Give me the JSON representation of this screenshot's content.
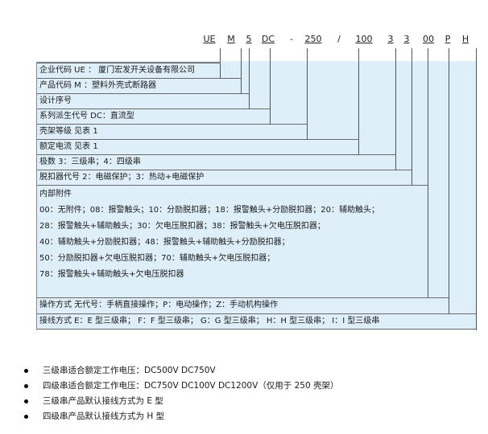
{
  "code_parts": [
    "UE",
    "M",
    "5",
    "DC",
    "-",
    "250",
    "/",
    "100",
    "3",
    "3",
    "00",
    "P",
    "H"
  ],
  "rows": [
    "企业代码 UE ： 厦门宏发开关设备有限公司",
    "产品代码 M ：塑料外壳式断路器",
    "设计序号",
    "系列派生代号 DC：直流型",
    "壳架等级 见表 1",
    "额定电流 见表 1",
    "极数 3：三级串；4：四级串",
    "脱扣器代号 2：电磁保护；3：热动+电磁保护"
  ],
  "accessories": {
    "title": "内部附件",
    "lines": [
      "00：无附件；08：报警触头；10：分励脱扣器；18：报警触头+分励脱扣器；20：辅助触头；",
      "28：报警触头+辅助触头；30：欠电压脱扣器；38：报警触头+欠电压脱扣器；",
      "40：辅助触头+分励脱扣器；48：报警触头+辅助触头+分励脱扣器；",
      "50：分励脱扣器+欠电压脱扣器；70：辅助触头+欠电压脱扣器；",
      "78：报警触头+辅助触头+欠电压脱扣器"
    ]
  },
  "operation": "操作方式 无代号：手柄直接操作；P：电动操作；Z：手动机构操作",
  "wiring": "接线方式  E：E 型三级串；  F：F 型三级串；  G：G 型三级串；  H：H 型三级串；  I：I 型三级串",
  "notes": [
    "三级串适合额定工作电压：DC500V   DC750V",
    "四级串适合额定工作电压：DC750V   DC100V   DC1200V（仅用于 250 壳架）",
    "三级串产品默认接线方式为 E 型",
    "四级串产品默认接线方式为 H 型"
  ]
}
